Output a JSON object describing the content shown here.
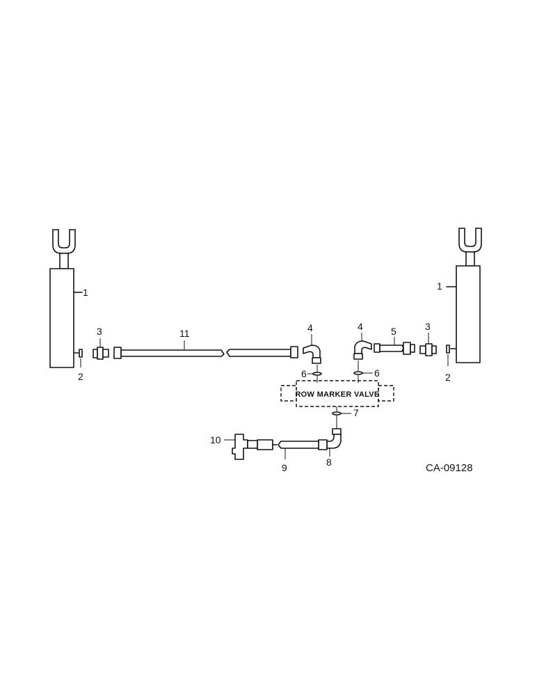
{
  "labels": {
    "cyl_left": "1",
    "cyl_right": "1",
    "washer_left": "2",
    "washer_right": "2",
    "conn_left": "3",
    "conn_right": "3",
    "elbow_left": "4",
    "elbow_right": "4",
    "hose_right": "5",
    "oring_left": "6",
    "oring_right": "6",
    "oring_bottom": "7",
    "elbow_bottom": "8",
    "hose_bottom": "9",
    "tee": "10",
    "hose_long": "11"
  },
  "valve_label": "ROW MARKER VALVE",
  "drawing_code": "CA-09128"
}
